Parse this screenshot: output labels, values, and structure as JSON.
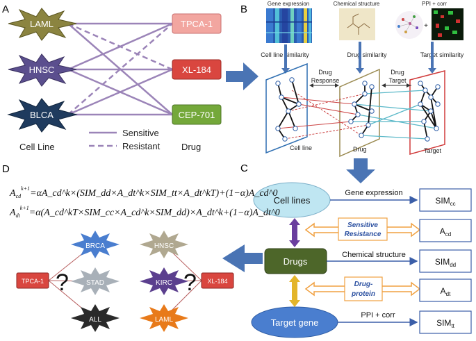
{
  "panels": {
    "a": "A",
    "b": "B",
    "c": "C",
    "d": "D"
  },
  "panel_a": {
    "cancers": [
      "LAML",
      "HNSC",
      "BLCA"
    ],
    "drugs": [
      "TPCA-1",
      "XL-184",
      "CEP-701"
    ],
    "legend": {
      "sensitive": "Sensitive",
      "resistant": "Resistant"
    },
    "footer": {
      "cell_line": "Cell Line",
      "drug": "Drug"
    },
    "colors": {
      "laml": "#8b8440",
      "hnsc": "#5b4f8e",
      "blca": "#1f3b5e",
      "tpca": "#f2a6a0",
      "xl": "#d9463f",
      "cep": "#74a83a",
      "edge": "#9b84b8"
    }
  },
  "panel_b": {
    "sources": [
      "Gene expression",
      "Chemical structure",
      "PPI + corr"
    ],
    "similarity": [
      "Cell line similarity",
      "Drug similarity",
      "Target similarity"
    ],
    "drug_response": [
      "Drug",
      "Response"
    ],
    "drug_target": [
      "Drug",
      "Target"
    ],
    "planes": [
      "Cell line",
      "Drug",
      "Target"
    ],
    "plus": "+"
  },
  "panel_c": {
    "cell_lines": "Cell  lines",
    "drugs": "Drugs",
    "target_gene": "Target gene",
    "gene_expression": "Gene expression",
    "chemical_structure": "Chemical structure",
    "ppi_corr": "PPI + corr",
    "sensitive_resistance": [
      "Sensitive",
      "Resistance"
    ],
    "drug_protein": [
      "Drug-",
      "protein"
    ],
    "outputs": [
      {
        "base": "SIM",
        "sub": "cc"
      },
      {
        "base": "A",
        "sub": "cd"
      },
      {
        "base": "SIM",
        "sub": "dd"
      },
      {
        "base": "A",
        "sub": "dt"
      },
      {
        "base": "SIM",
        "sub": "tt"
      }
    ]
  },
  "panel_d": {
    "eq1": {
      "lhs": "A",
      "lhs_sub": "cd",
      "lhs_sup": "k+1",
      "rhs": "=αA_cd^k×(SIM_dd×A_dt^k×SIM_tt×A_dt^kT)+(1−α)A_cd^0"
    },
    "eq2": {
      "lhs": "A",
      "lhs_sub": "dt",
      "lhs_sup": "k+1",
      "rhs": "=α(A_cd^kT×SIM_cc×A_cd^k×SIM_dd)×A_dt^k+(1−α)A_dt^0"
    },
    "left_drug": "TPCA-1",
    "right_drug": "XL-184",
    "left_cancers": [
      "BRCA",
      "STAD",
      "ALL"
    ],
    "right_cancers": [
      "HNSC",
      "KIRC",
      "LAML"
    ],
    "question": "?"
  }
}
